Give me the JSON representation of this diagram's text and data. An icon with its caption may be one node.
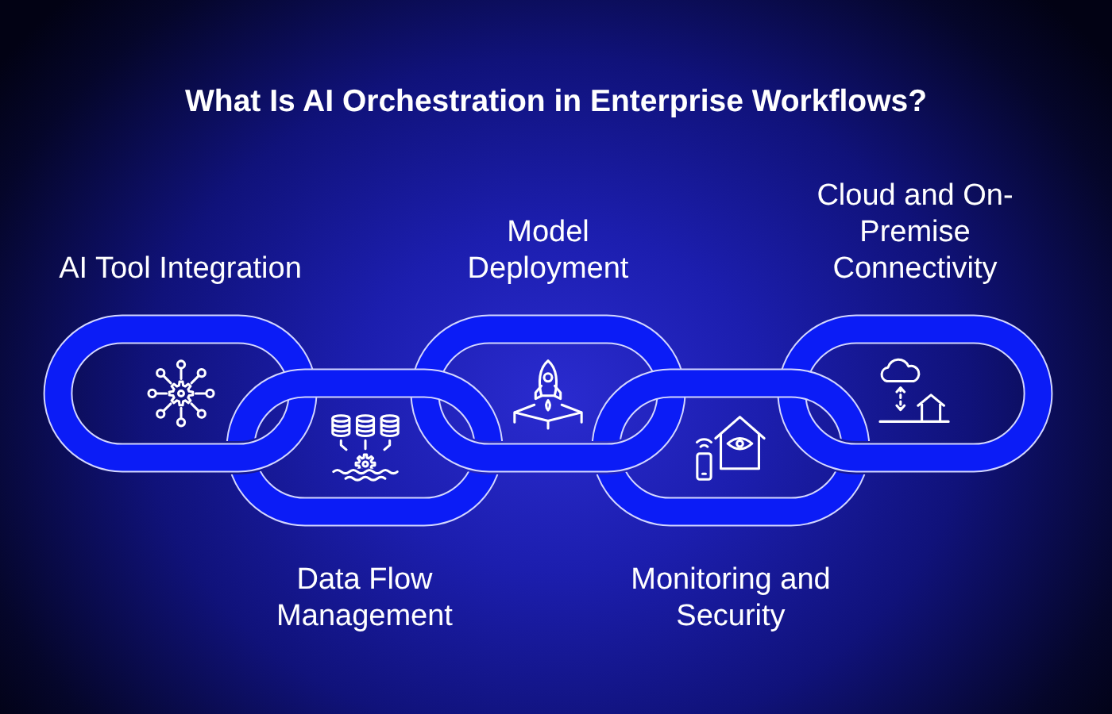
{
  "diagram": {
    "title": "What Is AI Orchestration in Enterprise Workflows?",
    "nodes": [
      {
        "text": [
          "AI Tool Integration"
        ]
      },
      {
        "text": [
          "Data Flow Management"
        ]
      },
      {
        "text": [
          "Model Deployment"
        ]
      },
      {
        "text": [
          "Monitoring and Security"
        ]
      },
      {
        "text": [
          "Cloud and On-Premise Connectivity"
        ]
      }
    ]
  }
}
